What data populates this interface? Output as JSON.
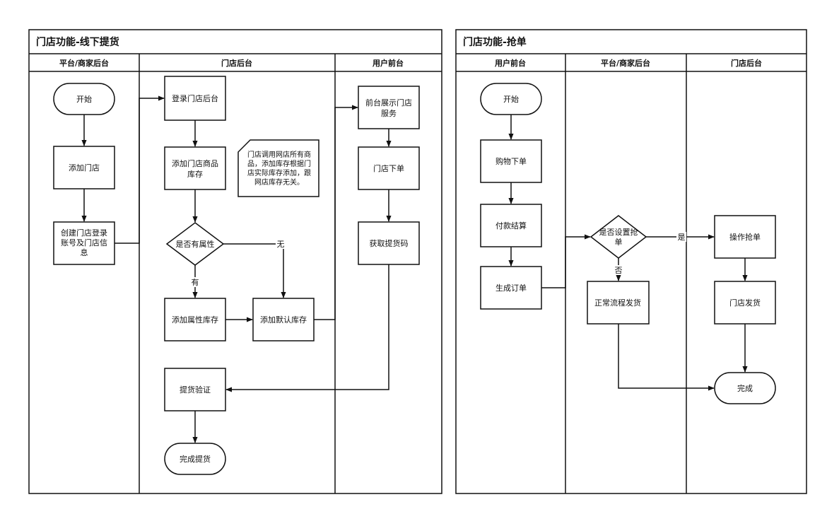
{
  "panel1": {
    "title": "门店功能-线下提货",
    "lanes": [
      "平台/商家后台",
      "门店后台",
      "用户前台"
    ],
    "nodes": {
      "start": "开始",
      "add_store": "添加门店",
      "create_account": [
        "创建门店登录",
        "账号及门店信",
        "息"
      ],
      "login": "登录门店后台",
      "add_stock": [
        "添加门店商品",
        "库存"
      ],
      "has_attr": "是否有属性",
      "add_attr_stock": "添加属性库存",
      "add_default_stock": "添加默认库存",
      "verify": "提货验证",
      "done": "完成提货",
      "show_service": [
        "前台展示门店",
        "服务"
      ],
      "order": "门店下单",
      "get_code": "获取提货码"
    },
    "note": [
      "门店调用网店所有商",
      "品，添加库存根据门",
      "店实际库存添加，跟",
      "网店库存无关。"
    ],
    "edge_labels": {
      "yes": "有",
      "no": "无"
    }
  },
  "panel2": {
    "title": "门店功能-抢单",
    "lanes": [
      "用户前台",
      "平台/商家后台",
      "门店后台"
    ],
    "nodes": {
      "start": "开始",
      "shop": "购物下单",
      "pay": "付款结算",
      "gen_order": "生成订单",
      "grab_set": [
        "是否设置抢",
        "单"
      ],
      "normal_ship": "正常流程发货",
      "grab": "操作抢单",
      "store_ship": "门店发货",
      "done": "完成"
    },
    "edge_labels": {
      "yes": "是",
      "no": "否"
    }
  }
}
